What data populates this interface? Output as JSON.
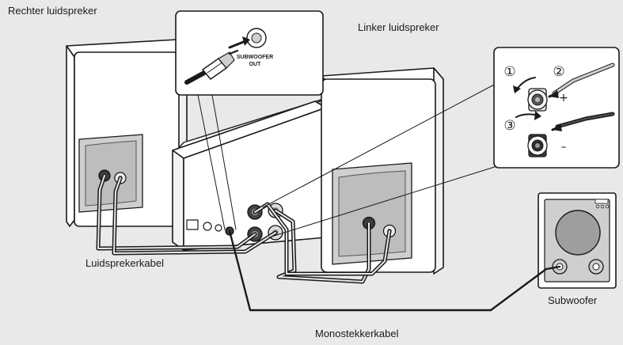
{
  "labels": {
    "right_speaker": "Rechter luidspreker",
    "left_speaker": "Linker luidspreker",
    "speaker_cable": "Luidsprekerkabel",
    "subwoofer": "Subwoofer",
    "mono_plug_cable": "Monostekkerkabel"
  },
  "callouts": {
    "subwoofer_out_line1": "SUBWOOFER",
    "subwoofer_out_line2": "OUT",
    "step1": "①",
    "step2": "②",
    "step3": "③",
    "plus": "+",
    "minus": "–"
  },
  "colors": {
    "background": "#e9e9e9",
    "outline": "#1a1a1a",
    "cabinet": "#ffffff",
    "panel": "#cfcfcf",
    "cable": "#2a2a2a"
  }
}
